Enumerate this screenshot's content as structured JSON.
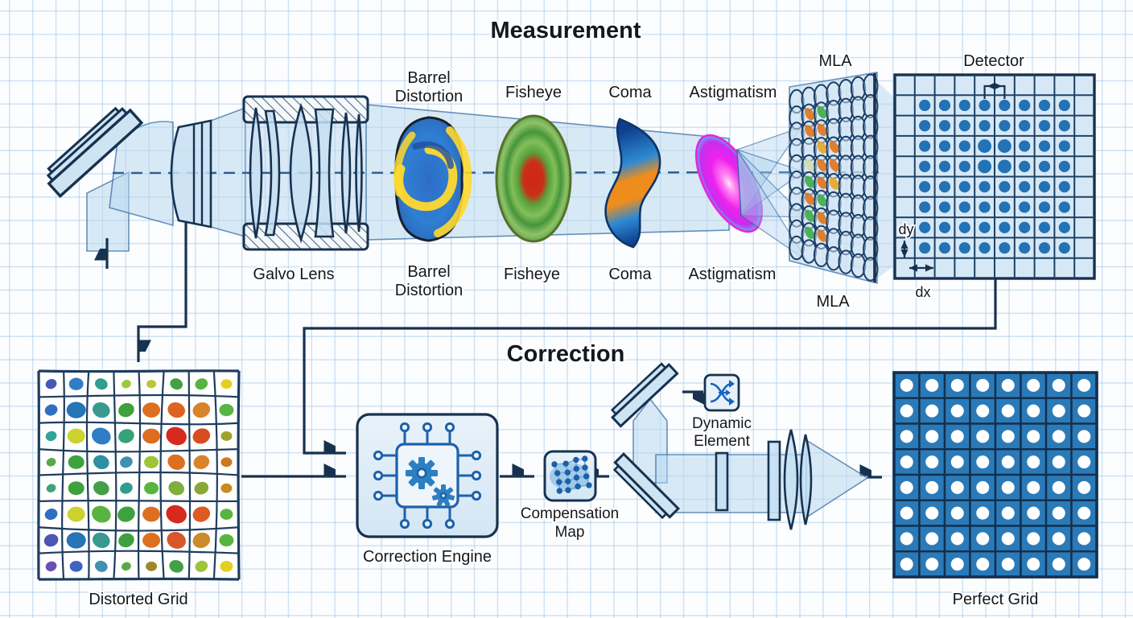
{
  "titles": {
    "measurement": "Measurement",
    "correction": "Correction"
  },
  "labels": {
    "barrel_line1": "Barrel",
    "barrel_line2": "Distortion",
    "fisheye": "Fisheye",
    "coma": "Coma",
    "astigmatism": "Astigmatism",
    "mla": "MLA",
    "detector": "Detector",
    "galvo_lens": "Galvo Lens",
    "dx": "dx",
    "dy": "dy",
    "distorted_grid": "Distorted Grid",
    "correction_engine": "Correction Engine",
    "compensation_line1": "Compensation",
    "compensation_line2": "Map",
    "dynamic_line1": "Dynamic",
    "dynamic_line2": "Element",
    "perfect_grid": "Perfect Grid"
  },
  "icons": {
    "correction_engine": "chip-gears-icon",
    "compensation_map": "mesh-surface-icon",
    "dynamic_element": "crossed-arrows-icon"
  },
  "colors": {
    "outline": "#16324f",
    "accent_blue": "#2272b5",
    "beam": "#b7d6ee",
    "cell_fill": "#d6e8f5",
    "magenta": "#ee22ee",
    "cyan": "#19c3ea",
    "paper_line": "#aacce7"
  },
  "detector_grid": {
    "cols": 10,
    "rows": 10,
    "dot_start_col": 1,
    "dot_end_col": 8,
    "dot_start_row": 1,
    "dot_end_row": 8,
    "dot_color": "#2272b5",
    "cell_fill": "#d6e8f5",
    "line_color": "#1d4166"
  },
  "perfect_grid": {
    "cols": 8,
    "rows": 8,
    "cell_color": "#2b7ab8",
    "dot_color": "#ffffff",
    "line_color": "#12304f"
  },
  "distorted_grid": {
    "cols": 8,
    "rows": 8,
    "line_color": "#1d3c60",
    "dot_colors": [
      [
        "#4458b8",
        "#2f7dc4",
        "#2f9e8f",
        "#9acb3c",
        "#bcc534",
        "#43a047",
        "#57b53f",
        "#e2d21f"
      ],
      [
        "#2e6fbf",
        "#2575b8",
        "#38998f",
        "#3da23d",
        "#dd7020",
        "#dd6420",
        "#d8842a",
        "#58b544"
      ],
      [
        "#2fa39a",
        "#ccd32e",
        "#2f7dc4",
        "#35a277",
        "#dd6e20",
        "#d62a1f",
        "#d84d20",
        "#a0a32a"
      ],
      [
        "#57a847",
        "#3da23d",
        "#2f8fa3",
        "#4090b0",
        "#9ec43a",
        "#dd7020",
        "#d8842a",
        "#cc7a20"
      ],
      [
        "#3fa37a",
        "#3da23d",
        "#43a047",
        "#2f9e8f",
        "#57b53f",
        "#7fae3a",
        "#8aa838",
        "#cc8a20"
      ],
      [
        "#2e6fbf",
        "#ccd32e",
        "#57b53f",
        "#3da23d",
        "#dd7020",
        "#d62a1f",
        "#dd5a20",
        "#57b53f"
      ],
      [
        "#4a55b5",
        "#2575b8",
        "#38998f",
        "#3da23d",
        "#dd7020",
        "#d8572a",
        "#cc8a2a",
        "#57b53f"
      ],
      [
        "#6a4fb5",
        "#3f65c0",
        "#4090b0",
        "#57a847",
        "#a0882a",
        "#43a047",
        "#9ec43a",
        "#e2d21f"
      ]
    ],
    "dot_radii": [
      [
        7,
        9,
        8,
        6,
        6,
        8,
        8,
        7
      ],
      [
        8,
        12,
        11,
        10,
        11,
        11,
        11,
        9
      ],
      [
        7,
        11,
        12,
        10,
        11,
        13,
        11,
        7
      ],
      [
        6,
        10,
        10,
        8,
        9,
        11,
        10,
        7
      ],
      [
        6,
        10,
        10,
        8,
        9,
        10,
        9,
        7
      ],
      [
        8,
        11,
        12,
        11,
        11,
        13,
        11,
        8
      ],
      [
        9,
        12,
        11,
        10,
        11,
        12,
        11,
        9
      ],
      [
        7,
        8,
        8,
        6,
        7,
        9,
        8,
        8
      ]
    ]
  },
  "mla_array": {
    "cols": 7,
    "rows": 10,
    "lens_stroke": "#1b3f66",
    "blobs": [
      {
        "c": 1,
        "r": 1,
        "color": "#e0761f"
      },
      {
        "c": 2,
        "r": 1,
        "color": "#3fae4c"
      },
      {
        "c": 1,
        "r": 2,
        "color": "#e0761f"
      },
      {
        "c": 2,
        "r": 2,
        "color": "#e0761f"
      },
      {
        "c": 2,
        "r": 3,
        "color": "#e8a62a"
      },
      {
        "c": 3,
        "r": 3,
        "color": "#e0761f"
      },
      {
        "c": 1,
        "r": 4,
        "color": "#cfe0aa"
      },
      {
        "c": 2,
        "r": 4,
        "color": "#e0761f"
      },
      {
        "c": 3,
        "r": 4,
        "color": "#e0761f"
      },
      {
        "c": 1,
        "r": 5,
        "color": "#3fae4c"
      },
      {
        "c": 2,
        "r": 5,
        "color": "#e0761f"
      },
      {
        "c": 3,
        "r": 5,
        "color": "#e8a62a"
      },
      {
        "c": 1,
        "r": 6,
        "color": "#e0761f"
      },
      {
        "c": 2,
        "r": 6,
        "color": "#3fae4c"
      },
      {
        "c": 1,
        "r": 7,
        "color": "#3fae4c"
      },
      {
        "c": 2,
        "r": 7,
        "color": "#e0761f"
      },
      {
        "c": 1,
        "r": 8,
        "color": "#3fae4c"
      },
      {
        "c": 2,
        "r": 8,
        "color": "#e0761f"
      }
    ]
  }
}
